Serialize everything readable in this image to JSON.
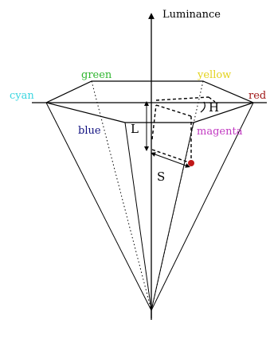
{
  "diagram": {
    "axis_label": "Luminance",
    "labels": {
      "cyan": "cyan",
      "green": "green",
      "yellow": "yellow",
      "red": "red",
      "blue": "blue",
      "magenta": "magenta",
      "hue": "H",
      "lightness": "L",
      "saturation": "S"
    },
    "colors": {
      "cyan": "#3bd6e0",
      "green": "#2fb52f",
      "yellow": "#e3d21c",
      "red": "#a01818",
      "blue": "#101080",
      "magenta": "#c23ac2",
      "line": "#000000",
      "point": "#c01818"
    }
  }
}
